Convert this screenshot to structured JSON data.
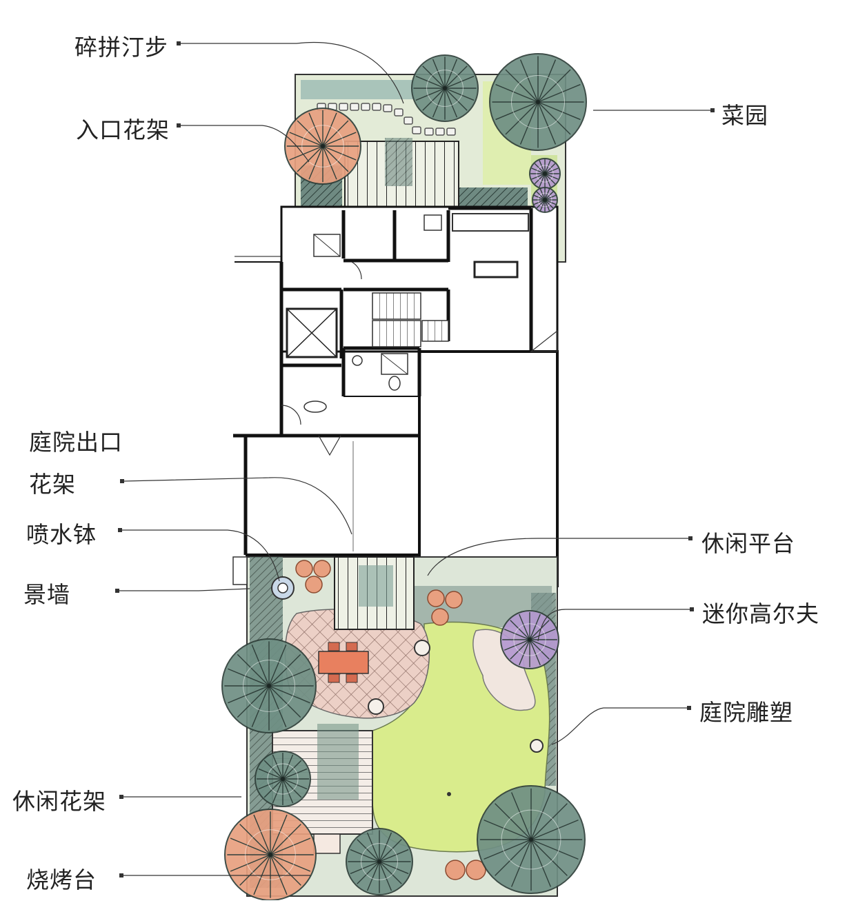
{
  "labels": {
    "stepping_stones": "碎拼汀步",
    "entrance_trellis": "入口花架",
    "vegetable_garden": "菜园",
    "courtyard_exit": "庭院出口",
    "trellis": "花架",
    "fountain_bowl": "喷水钵",
    "feature_wall": "景墙",
    "leisure_terrace": "休闲平台",
    "mini_golf": "迷你高尔夫",
    "courtyard_sculpture": "庭院雕塑",
    "leisure_trellis": "休闲花架",
    "bbq": "烧烤台"
  },
  "colors": {
    "tree_green": "#6f8f84",
    "tree_orange": "#e8a080",
    "tree_purple": "#b59ad0",
    "lawn": "#d9ec8c",
    "wall": "#1a1a1a",
    "paving": "#e9c9bd",
    "planting": "#5f7a73"
  }
}
